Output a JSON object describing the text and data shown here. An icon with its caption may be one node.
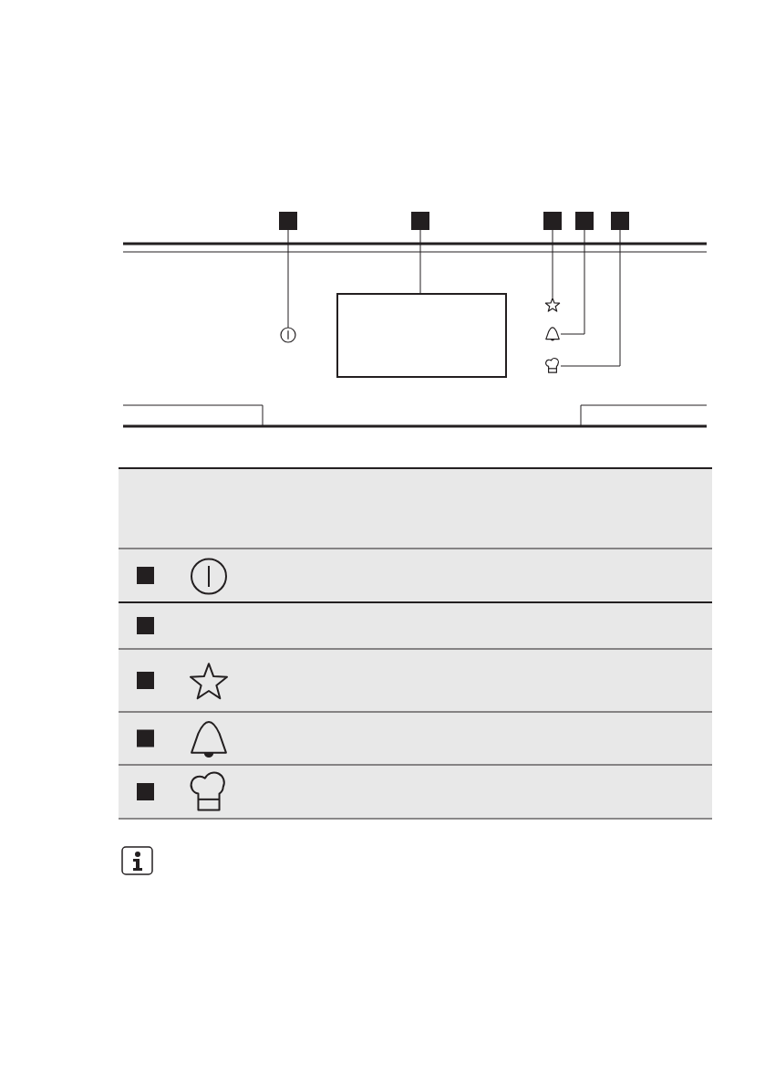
{
  "diagram": {
    "nodes": [
      {
        "text": [],
        "shape": "square"
      },
      {
        "text": [],
        "shape": "square"
      },
      {
        "text": [],
        "shape": "square"
      },
      {
        "text": [],
        "shape": "square"
      },
      {
        "text": [],
        "shape": "square"
      },
      {
        "text": [],
        "shape": "circle"
      },
      {
        "text": [],
        "shape": "box"
      },
      {
        "text": [],
        "shape": "star"
      },
      {
        "text": [],
        "shape": "bell"
      },
      {
        "text": [],
        "shape": "hat"
      },
      {
        "text": [],
        "shape": "square"
      },
      {
        "text": [],
        "shape": "square"
      },
      {
        "text": [],
        "shape": "square"
      },
      {
        "text": [],
        "shape": "square"
      },
      {
        "text": [],
        "shape": "square"
      }
    ],
    "edges": [
      {
        "from": 0,
        "to": 5,
        "arrow": "none"
      },
      {
        "from": 1,
        "to": 6,
        "arrow": "none"
      },
      {
        "from": 2,
        "to": 7,
        "arrow": "none"
      },
      {
        "from": 3,
        "to": 8,
        "arrow": "none"
      },
      {
        "from": 4,
        "to": 9,
        "arrow": "none"
      }
    ]
  }
}
